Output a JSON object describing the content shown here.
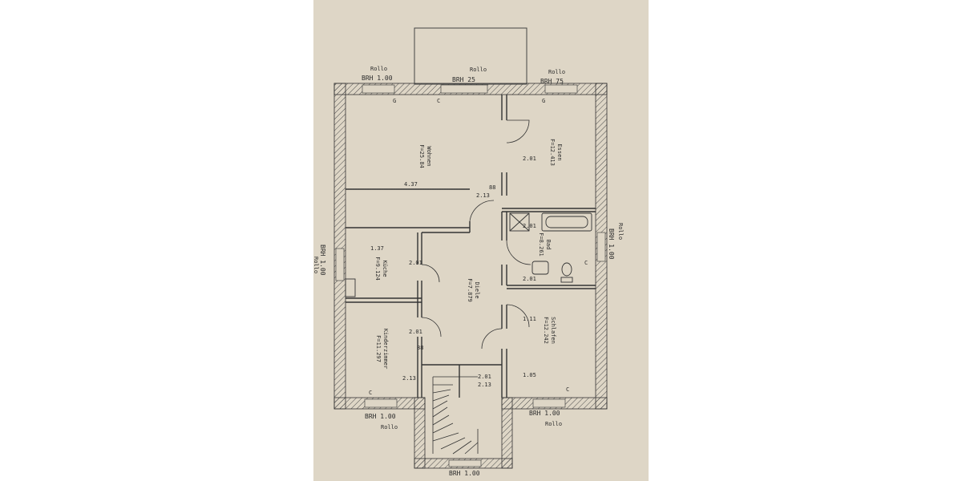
{
  "plan": {
    "brh_labels": {
      "top_left": "BRH  1.00",
      "top_center": "BRH  25",
      "top_right": "BRH  75",
      "bottom_left": "BRH  1.00",
      "bottom_center": "BRH  1.00",
      "bottom_right": "BRH  1.00",
      "left_side": "BRH  1.00",
      "right_side": "BRH  1.00"
    },
    "rollo_labels": {
      "top_left": "Rollo",
      "top_center": "Rollo",
      "top_right": "Rollo",
      "bottom_left": "Rollo",
      "bottom_right": "Rollo",
      "left_side": "Rollo",
      "right_side": "Rollo"
    },
    "rooms": {
      "wohnen": {
        "name": "Wohnen",
        "area": "F=25.84"
      },
      "essen": {
        "name": "Essen",
        "area": "F=12.413"
      },
      "bad": {
        "name": "Bad",
        "area": "F=8.261"
      },
      "kueche": {
        "name": "Küche",
        "area": "F=9.124"
      },
      "diele": {
        "name": "Diele",
        "area": "F=7.879"
      },
      "kinderzimmer": {
        "name": "Kinderzimmer",
        "area": "F=11.297"
      },
      "schlafen": {
        "name": "Schlafen",
        "area": "F=12.242"
      }
    },
    "dimensions": {
      "living_width": "4.37",
      "d1": "2.13",
      "d2": "2.01",
      "d3": "2.01",
      "d4": "2.13",
      "d5": "2.13",
      "d6": "2.01",
      "d7": "2.01",
      "d8": "2.01",
      "d9": "88",
      "d10": "88",
      "d11": "1.11",
      "d12": "1.05",
      "d13": "2.01",
      "d14": "1.37"
    },
    "markers": {
      "g": "G",
      "c": "C"
    }
  }
}
